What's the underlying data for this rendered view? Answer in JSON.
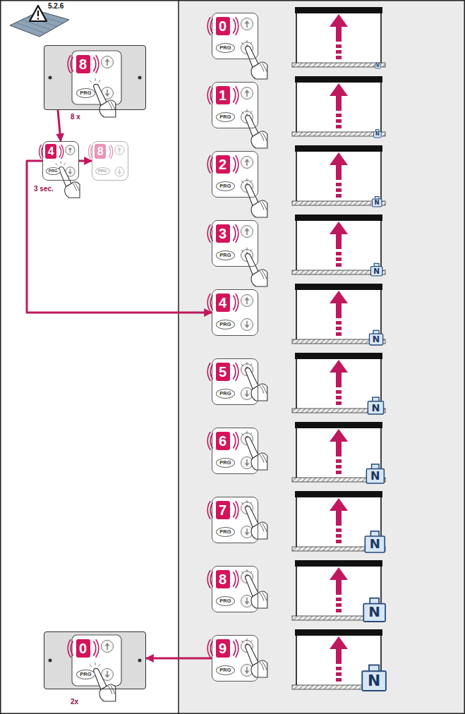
{
  "diagram": {
    "nodes": [
      {
        "text": [
          "8",
          "PRG"
        ]
      },
      {
        "text": [
          "4",
          "PRG"
        ]
      },
      {
        "text": [
          "8",
          "PRG"
        ]
      },
      {
        "text": [
          "0",
          "PRG"
        ]
      },
      {
        "text": [
          "1",
          "PRG"
        ]
      },
      {
        "text": [
          "2",
          "PRG"
        ]
      },
      {
        "text": [
          "3",
          "PRG"
        ]
      },
      {
        "text": [
          "4",
          "PRG"
        ]
      },
      {
        "text": [
          "5",
          "PRG"
        ]
      },
      {
        "text": [
          "6",
          "PRG"
        ]
      },
      {
        "text": [
          "7",
          "PRG"
        ]
      },
      {
        "text": [
          "8",
          "PRG"
        ]
      },
      {
        "text": [
          "9",
          "PRG"
        ]
      },
      {
        "text": [
          "0",
          "PRG"
        ]
      }
    ],
    "edges": [
      {
        "from": 0,
        "to": 1,
        "arrow": "to"
      },
      {
        "from": 1,
        "to": 2,
        "arrow": "to"
      },
      {
        "from": 1,
        "to": 7,
        "arrow": "to"
      },
      {
        "from": 12,
        "to": 13,
        "arrow": "to"
      }
    ],
    "labels": [
      "5.2.6",
      "8 x",
      "3 sec.",
      "2x",
      "N",
      "N",
      "N",
      "N",
      "N",
      "N",
      "N",
      "N",
      "N",
      "N"
    ]
  }
}
